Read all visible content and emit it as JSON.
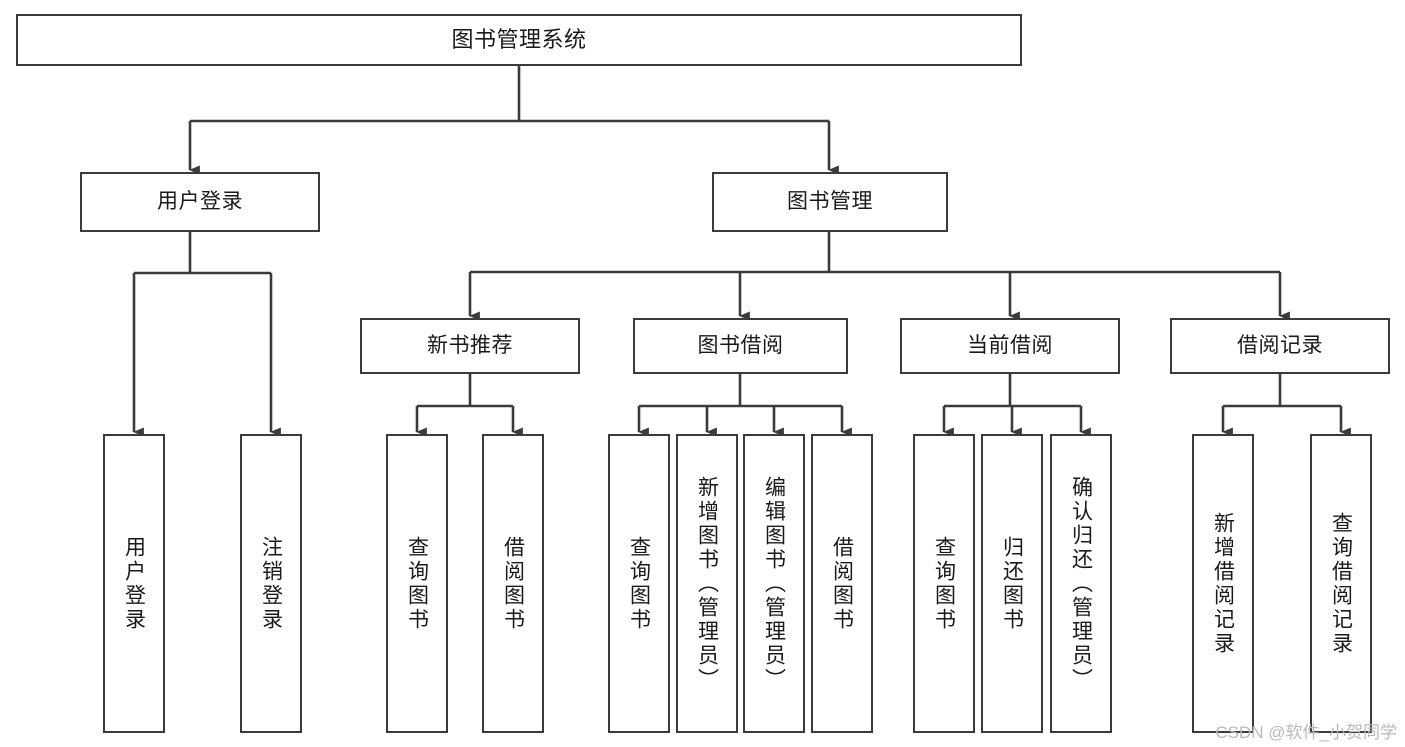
{
  "diagram": {
    "title": "图书管理系统",
    "watermark": "CSDN @软件_小贺同学",
    "colors": {
      "box_border": "#3b3b3b",
      "box_fill": "#ffffff",
      "line": "#3b3b3b",
      "text": "#1a1a1a",
      "watermark": "#b9b9b9",
      "background": "#ffffff"
    },
    "levels": {
      "root": "图书管理系统",
      "level2": [
        "用户登录",
        "图书管理"
      ],
      "level3": [
        "新书推荐",
        "图书借阅",
        "当前借阅",
        "借阅记录"
      ]
    },
    "nodes": {
      "root": {
        "label": "图书管理系统"
      },
      "user_login": {
        "label": "用户登录"
      },
      "book_mgmt": {
        "label": "图书管理"
      },
      "new_book_rec": {
        "label": "新书推荐"
      },
      "book_borrow": {
        "label": "图书借阅"
      },
      "current_borrow": {
        "label": "当前借阅"
      },
      "borrow_record": {
        "label": "借阅记录"
      }
    },
    "leaves": {
      "user_login": [
        {
          "label": "用户登录"
        },
        {
          "label": "注销登录"
        }
      ],
      "new_book_rec": [
        {
          "label": "查询图书"
        },
        {
          "label": "借阅图书"
        }
      ],
      "book_borrow": [
        {
          "label": "查询图书"
        },
        {
          "label": "新增图书（管理员）"
        },
        {
          "label": "编辑图书（管理员）"
        },
        {
          "label": "借阅图书"
        }
      ],
      "current_borrow": [
        {
          "label": "查询图书"
        },
        {
          "label": "归还图书"
        },
        {
          "label": "确认归还（管理员）"
        }
      ],
      "borrow_record": [
        {
          "label": "新增借阅记录"
        },
        {
          "label": "查询借阅记录"
        }
      ]
    }
  }
}
